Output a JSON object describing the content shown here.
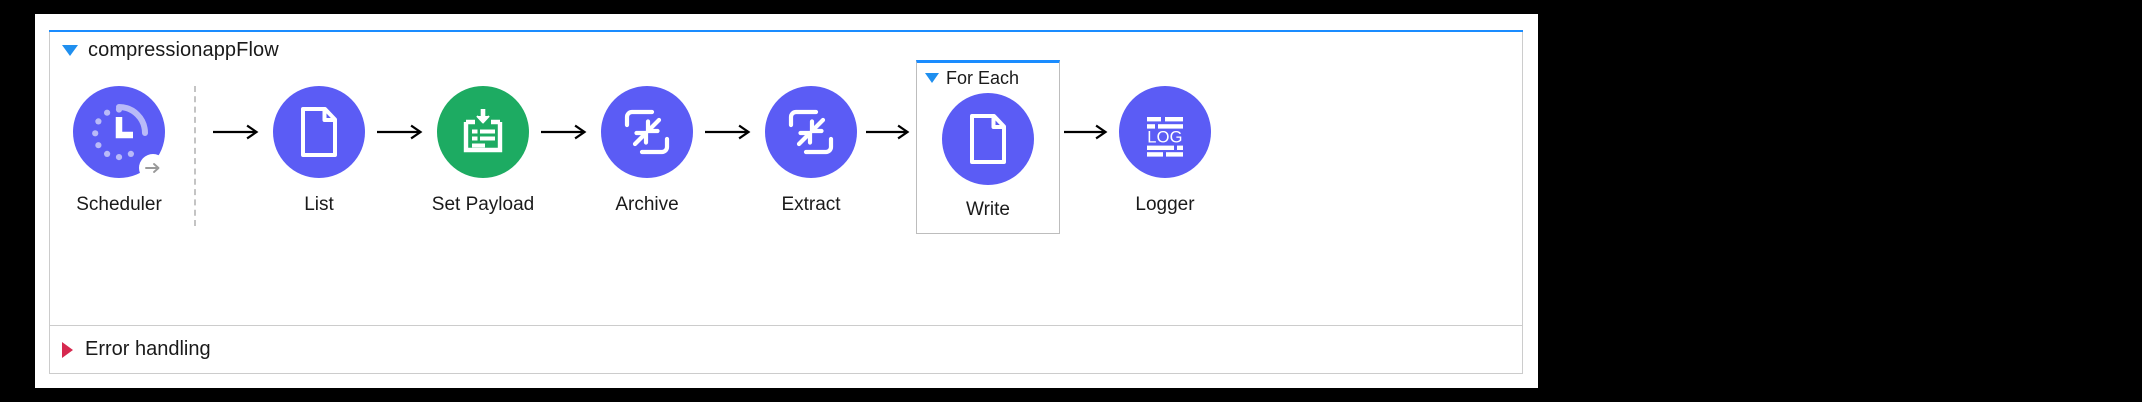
{
  "flow": {
    "title": "compressionappFlow",
    "toggle_icon": "triangle-down-icon",
    "accent_color": "#1a8cff",
    "border_color": "#cccccc"
  },
  "colors": {
    "node_purple": "#5b5cf5",
    "node_green": "#1dab62",
    "toggle_blue": "#1f8fef",
    "error_red": "#d6294f",
    "canvas_white": "#ffffff",
    "background_black": "#000000"
  },
  "nodes": [
    {
      "label": "Scheduler",
      "icon": "clock-scheduler-icon",
      "color": "#5b5cf5",
      "is_source": true,
      "badge_icon": "arrow-right-icon"
    },
    {
      "label": "List",
      "icon": "file-document-icon",
      "color": "#5b5cf5",
      "is_source": false
    },
    {
      "label": "Set Payload",
      "icon": "set-payload-icon",
      "color": "#1dab62",
      "is_source": false
    },
    {
      "label": "Archive",
      "icon": "compress-arrows-icon",
      "color": "#5b5cf5",
      "is_source": false
    },
    {
      "label": "Extract",
      "icon": "compress-arrows-icon",
      "color": "#5b5cf5",
      "is_source": false
    }
  ],
  "scope": {
    "title": "For Each",
    "toggle_icon": "triangle-down-icon",
    "accent_color": "#1a8cff",
    "node": {
      "label": "Write",
      "icon": "file-document-icon",
      "color": "#5b5cf5"
    }
  },
  "trailing_node": {
    "label": "Logger",
    "icon": "log-icon",
    "icon_text": "LOG",
    "color": "#5b5cf5"
  },
  "error_handling": {
    "label": "Error handling",
    "toggle_icon": "triangle-right-icon",
    "toggle_color": "#d6294f"
  },
  "connector": {
    "icon": "arrow-right-icon",
    "color": "#000000"
  }
}
